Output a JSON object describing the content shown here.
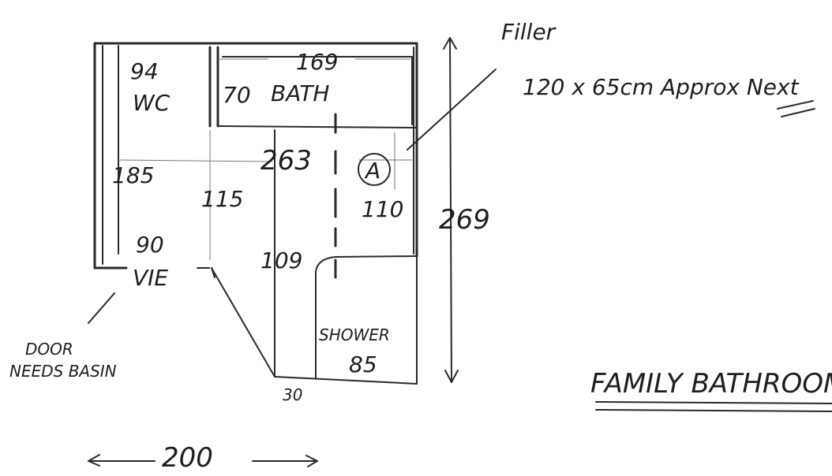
{
  "labels": {
    "filler": "Filler",
    "filler_size": "120 x 65cm Approx Next",
    "wc": "WC",
    "wc_width": "94",
    "bath": "BATH",
    "bath_depth": "70",
    "bath_length": "169",
    "width_263": "263",
    "circle_a": "A",
    "dim_185": "185",
    "dim_115": "115",
    "dim_110": "110",
    "dim_109": "109",
    "dim_90": "90",
    "vie": "VIE",
    "height_269": "269",
    "shower": "SHOWER",
    "shower_size": "85",
    "dim_30": "30",
    "door_note_line1": "DOOR",
    "door_note_line2": "NEEDS BASIN",
    "width_200": "200",
    "title": "FAMILY BATHROOM"
  }
}
